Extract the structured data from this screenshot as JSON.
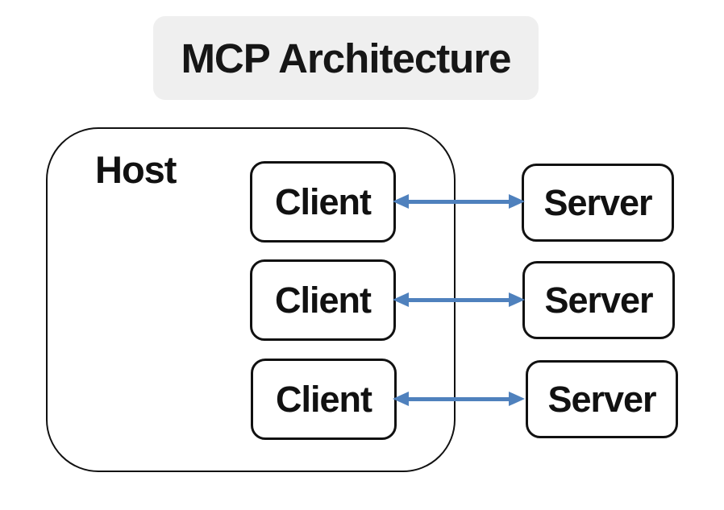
{
  "title": {
    "text": "MCP Architecture"
  },
  "host": {
    "label": "Host"
  },
  "clients": [
    {
      "label": "Client"
    },
    {
      "label": "Client"
    },
    {
      "label": "Client"
    }
  ],
  "servers": [
    {
      "label": "Server"
    },
    {
      "label": "Server"
    },
    {
      "label": "Server"
    }
  ],
  "connections": [
    {
      "from": "Client",
      "to": "Server",
      "type": "bidirectional-arrow"
    },
    {
      "from": "Client",
      "to": "Server",
      "type": "bidirectional-arrow"
    },
    {
      "from": "Client",
      "to": "Server",
      "type": "bidirectional-arrow"
    }
  ],
  "colors": {
    "arrow": "#4F81BD",
    "title_bg": "#efefef",
    "box_border": "#111111",
    "background": "#ffffff"
  }
}
